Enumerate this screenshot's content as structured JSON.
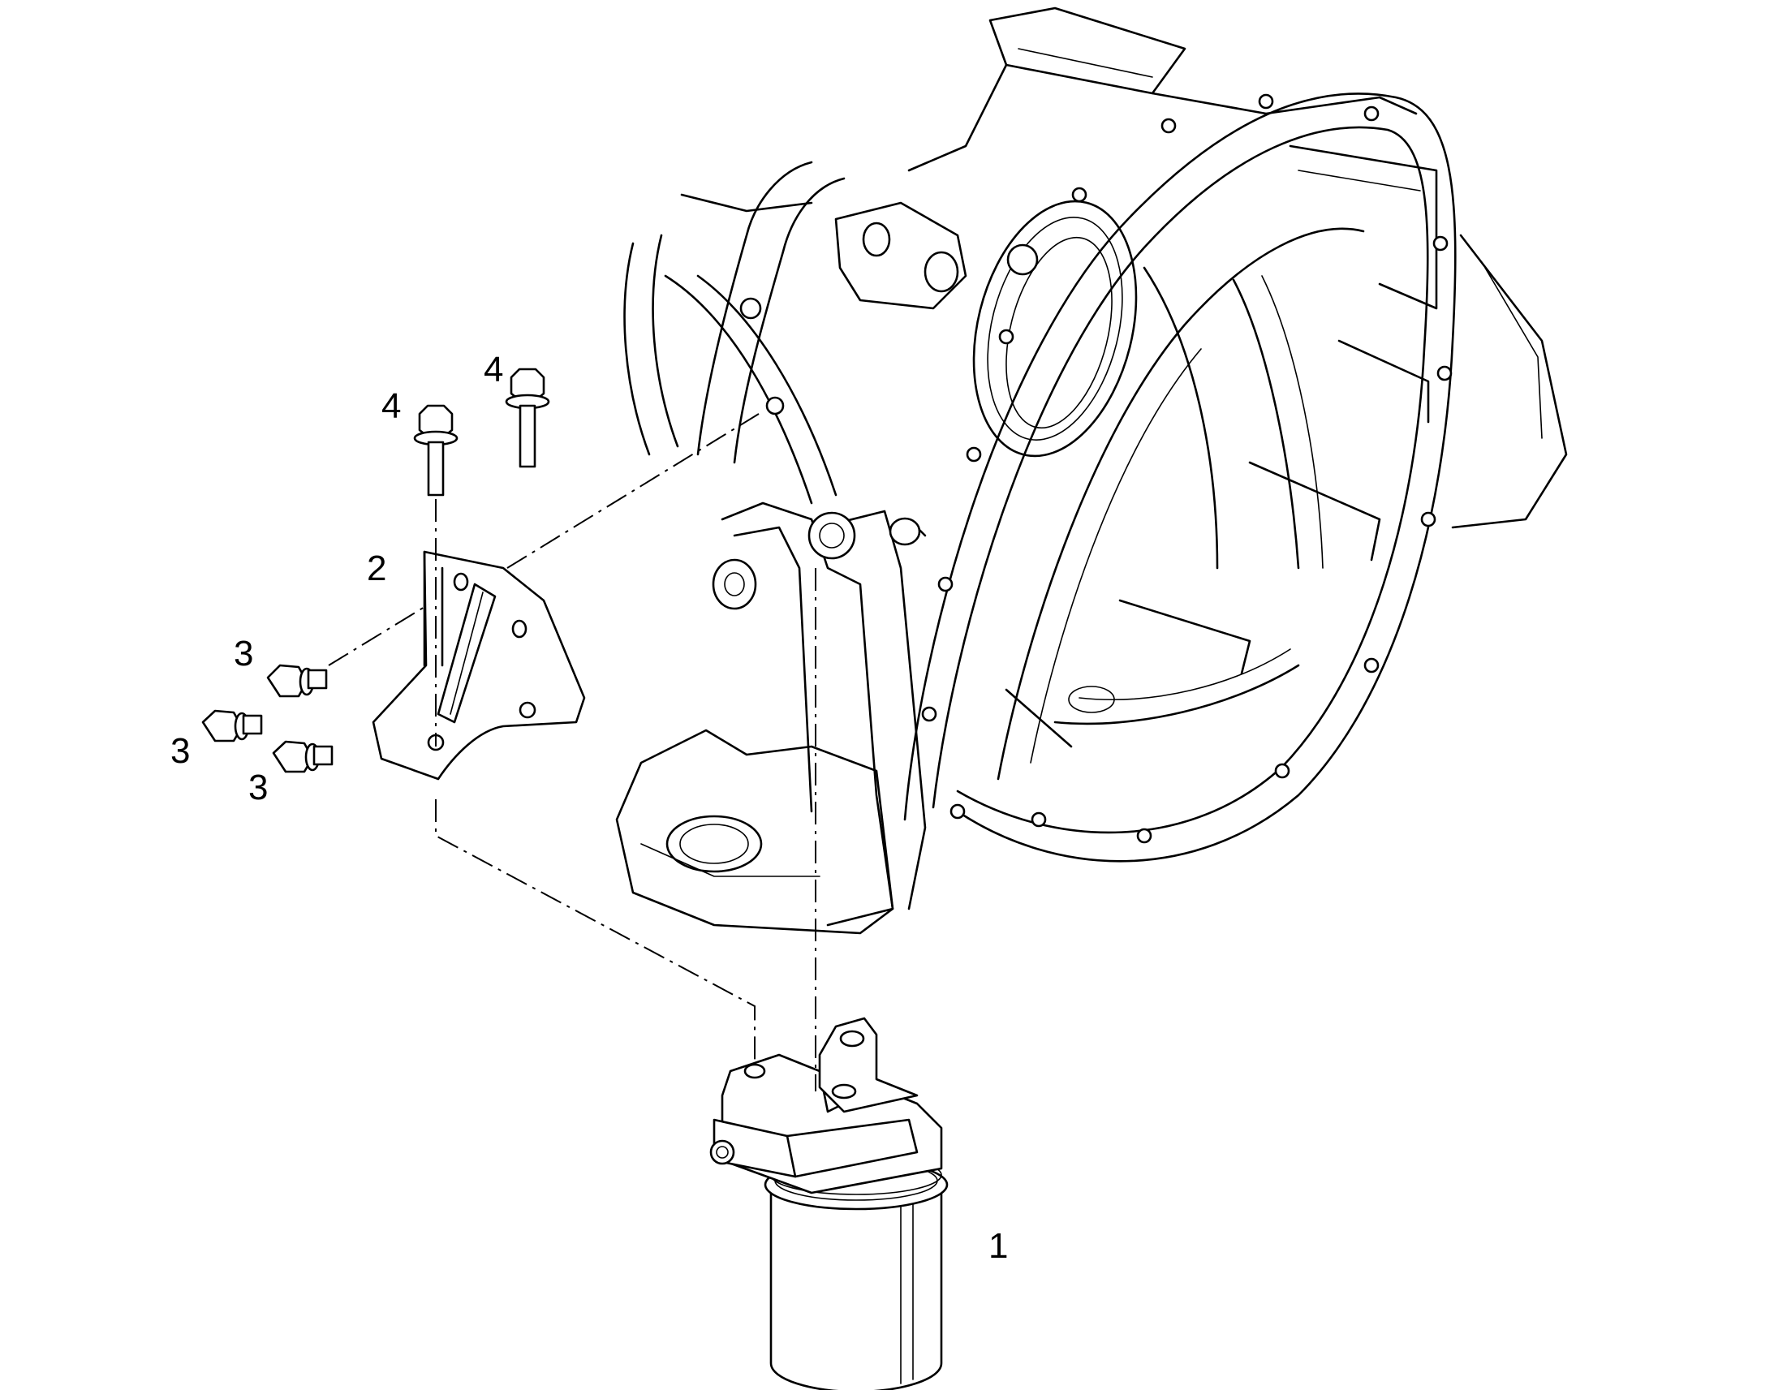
{
  "callouts": [
    {
      "id": "filter-assembly",
      "text": "1"
    },
    {
      "id": "mounting-bracket",
      "text": "2"
    },
    {
      "id": "bracket-screw-a",
      "text": "3"
    },
    {
      "id": "bracket-screw-b",
      "text": "3"
    },
    {
      "id": "bracket-screw-c",
      "text": "3"
    },
    {
      "id": "filter-bolt-a",
      "text": "4"
    },
    {
      "id": "filter-bolt-b",
      "text": "4"
    }
  ],
  "colors": {
    "line": "#000000",
    "background": "#ffffff"
  }
}
